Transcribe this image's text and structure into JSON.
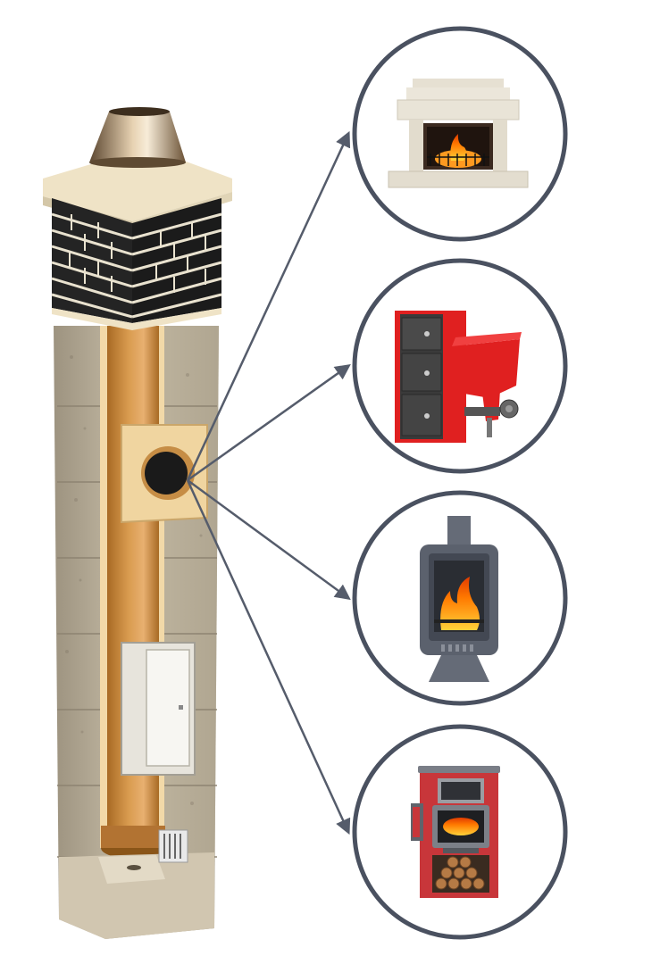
{
  "diagram": {
    "subject": "chimney-system-with-connectable-heating-appliances",
    "appliances": [
      {
        "id": "fireplace",
        "icon": "fireplace-icon"
      },
      {
        "id": "pellet-boiler",
        "icon": "pellet-boiler-icon"
      },
      {
        "id": "wood-stove",
        "icon": "wood-stove-icon"
      },
      {
        "id": "cooking-stove",
        "icon": "cooking-stove-icon"
      }
    ],
    "colors": {
      "circle_stroke": "#4a5160",
      "arrow": "#555c6b",
      "flue_liner": "#c98a3c",
      "brick": "#2a2a2a",
      "block": "#c4b9a3",
      "boiler_red": "#e02020",
      "flame": "#ff8a00"
    }
  }
}
